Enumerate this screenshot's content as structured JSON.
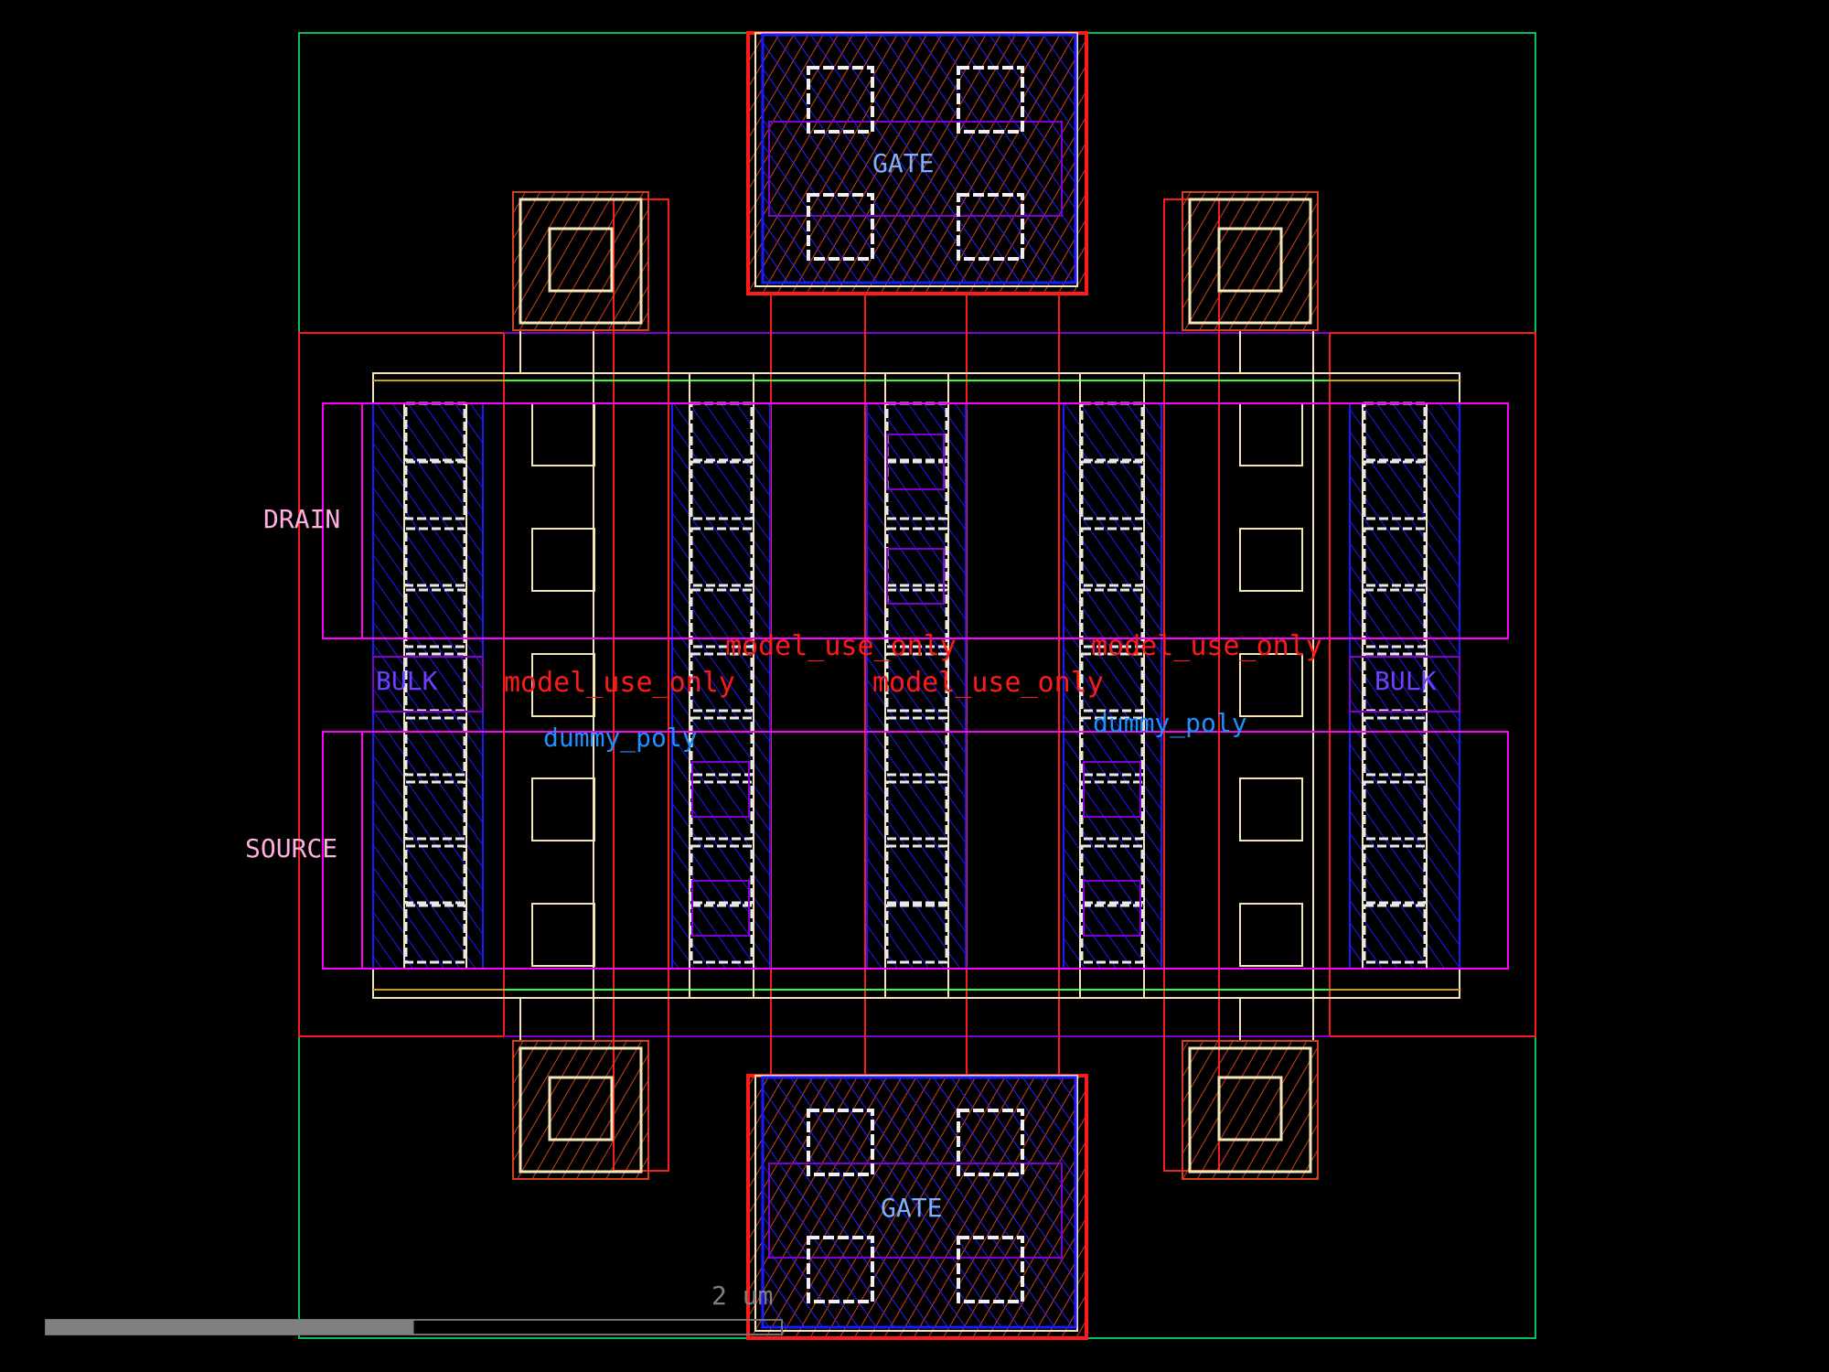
{
  "labels": {
    "gate_top": "GATE",
    "gate_bottom": "GATE",
    "drain": "DRAIN",
    "source": "SOURCE",
    "bulk_left": "BULK",
    "bulk_right": "BULK",
    "model_use_only": [
      "model_use_only",
      "model_use_only",
      "model_use_only",
      "model_use_only"
    ],
    "dummy_poly_left": "dummy_poly",
    "dummy_poly_right": "dummy_poly"
  },
  "scale_bar": {
    "label": "2 um",
    "fill_fraction": 0.5
  },
  "colors": {
    "background": "#000000",
    "boundary": "#00c060",
    "poly": "#ff1a1a",
    "diffusion": "#1a1aff",
    "metal": "#f5e6b8",
    "pin": "#ff00ff",
    "label_pink": "#ffb0e0",
    "label_blue": "#1e90ff",
    "purple": "#8000d0"
  }
}
